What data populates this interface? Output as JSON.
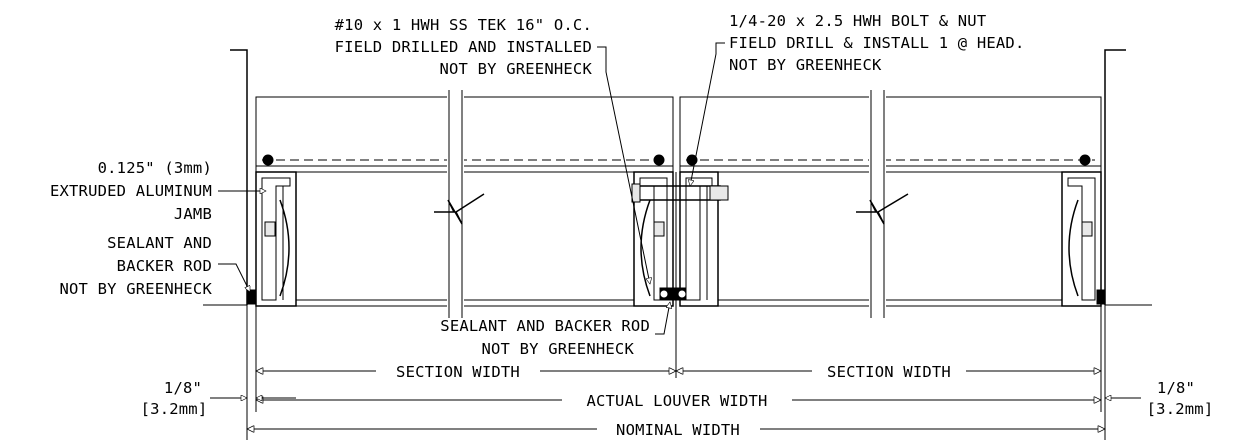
{
  "notes": {
    "screw_line1": "#10 x 1 HWH SS TEK 16\" O.C.",
    "screw_line2": "FIELD DRILLED AND INSTALLED",
    "screw_line3": "NOT BY GREENHECK",
    "bolt_line1": "1/4-20 x 2.5 HWH BOLT & NUT",
    "bolt_line2": "FIELD DRILL & INSTALL 1 @ HEAD.",
    "bolt_line3": "NOT BY GREENHECK",
    "jamb_line1": "0.125\" (3mm)",
    "jamb_line2": "EXTRUDED ALUMINUM",
    "jamb_line3": "JAMB",
    "sealant_left_line1": "SEALANT AND",
    "sealant_left_line2": "BACKER ROD",
    "sealant_left_line3": "NOT BY GREENHECK",
    "sealant_center_line1": "SEALANT AND BACKER ROD",
    "sealant_center_line2": "NOT BY GREENHECK"
  },
  "dimensions": {
    "section_width_left": "SECTION WIDTH",
    "section_width_right": "SECTION WIDTH",
    "actual_louver_width": "ACTUAL LOUVER WIDTH",
    "nominal_width": "NOMINAL WIDTH",
    "clearance_left_in": "1/8\"",
    "clearance_left_mm": "[3.2mm]",
    "clearance_right_in": "1/8\"",
    "clearance_right_mm": "[3.2mm]"
  }
}
